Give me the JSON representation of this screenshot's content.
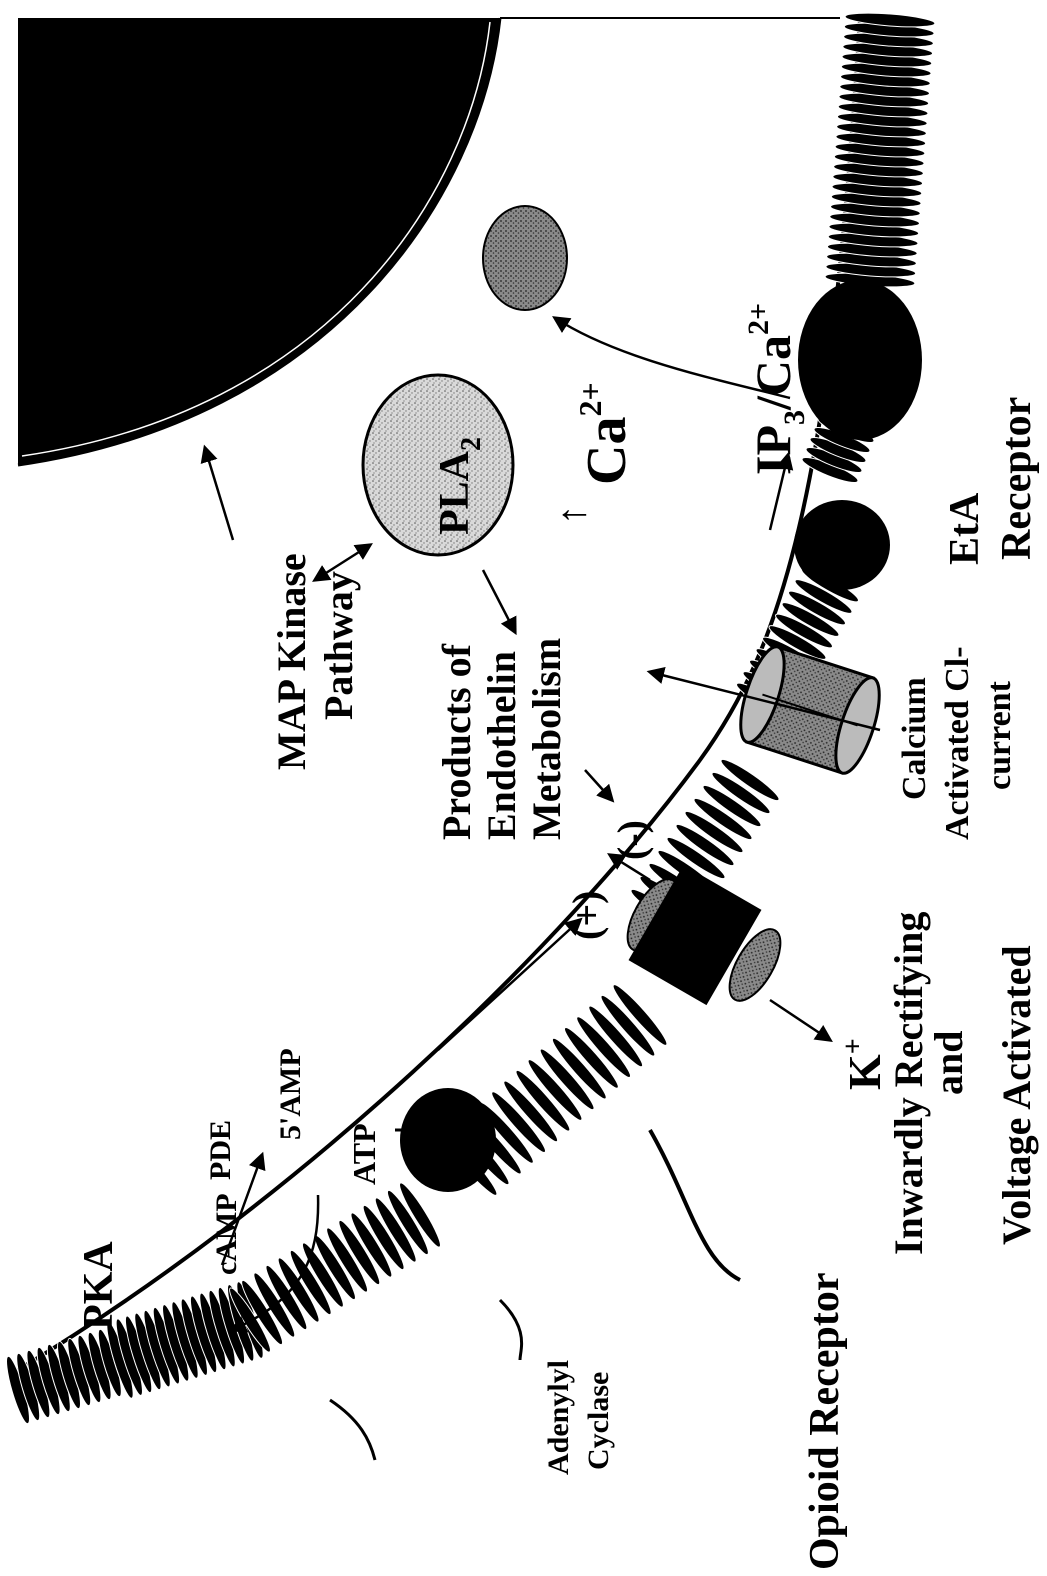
{
  "labels": {
    "pka": "PKA",
    "camp": "cAMP",
    "pde": "PDE",
    "five_amp": "5'AMP",
    "atp": "ATP",
    "adenylyl": "Adenylyl",
    "cyclase": "Cyclase",
    "opioid_receptor": "Opioid Receptor",
    "plus": "(+)",
    "minus": "(-)",
    "k_base": "K",
    "k_sup": "+",
    "inwardly": "Inwardly Rectifying",
    "and": "and",
    "voltage": "Voltage Activated",
    "map_line1": "MAP Kinase",
    "map_line2": "Pathway",
    "pla2_base": "PLA",
    "pla2_sub": "2",
    "products": "Products of",
    "endothelin": "Endothelin",
    "metabolism": "Metabolism",
    "ca_base": "Ca",
    "ca_sup": "2+",
    "ca_arrow": "↑",
    "ip3_base": "IP",
    "ip3_sub": "3",
    "ip3_slash_ca": "/Ca",
    "ip3_sup": "2+",
    "calcium": "Calcium",
    "activated_cl": "Activated Cl-",
    "current": "current",
    "eta": "EtA",
    "receptor": "Receptor"
  },
  "colors": {
    "ink": "#000000",
    "background": "#ffffff",
    "pla2_fill": "#d9d9d9",
    "vesicle_fill": "#2a2a2a",
    "channel_fill": "#9a9a9a"
  }
}
